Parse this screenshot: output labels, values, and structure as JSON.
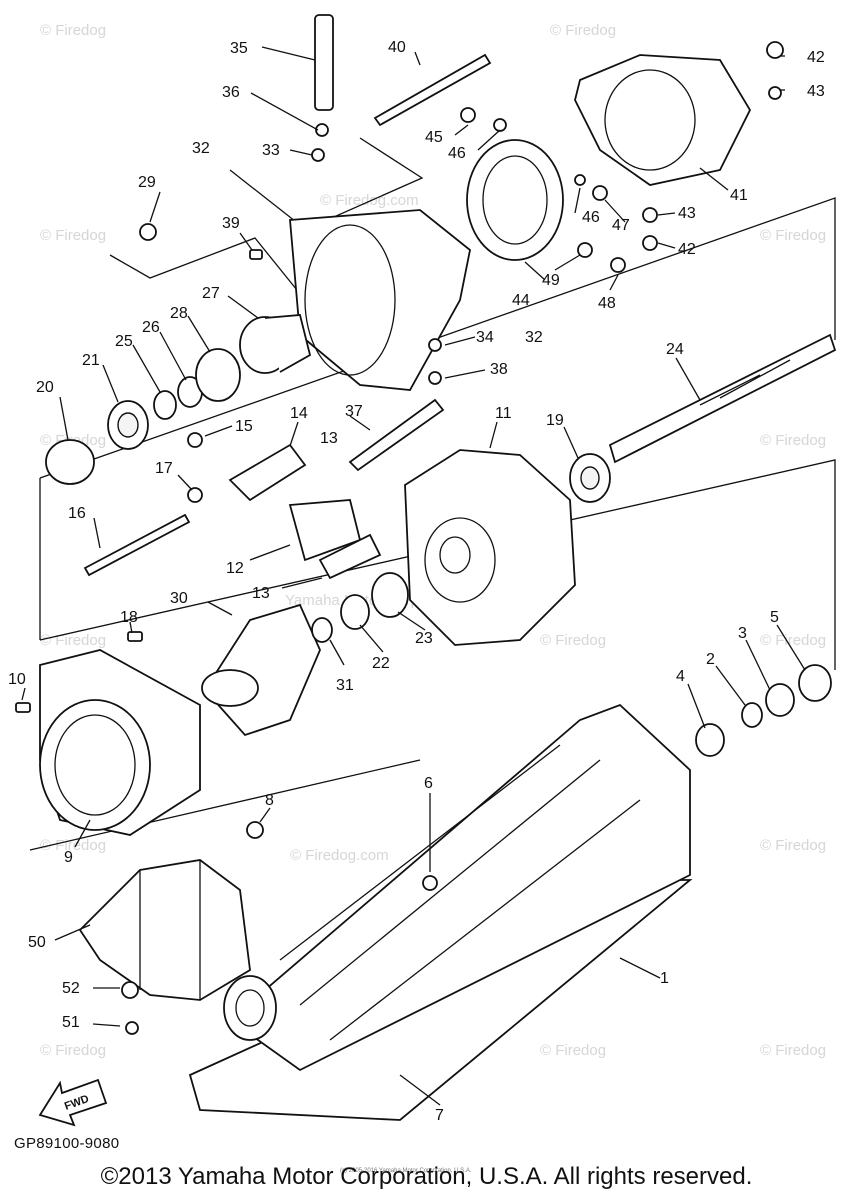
{
  "watermark": "© Firedog",
  "watermark_site": "© Firedog.com",
  "watermark_mid": "Yamaha Motor Corp., U.S.A.",
  "diagram_code": "GP89100-9080",
  "copyright": "©2013 Yamaha Motor Corporation, U.S.A. All rights reserved.",
  "fine_print": "(c) 2005-2016 Yamaha Motor Corporation, U.S.A.",
  "fwd_label": "FWD",
  "labels": {
    "p1": "1",
    "p2": "2",
    "p3": "3",
    "p4": "4",
    "p5": "5",
    "p6": "6",
    "p7": "7",
    "p8": "8",
    "p9": "9",
    "p10": "10",
    "p11": "11",
    "p12": "12",
    "p13a": "13",
    "p13b": "13",
    "p14": "14",
    "p15": "15",
    "p16": "16",
    "p17": "17",
    "p18": "18",
    "p19": "19",
    "p20": "20",
    "p21": "21",
    "p22": "22",
    "p23": "23",
    "p24": "24",
    "p25": "25",
    "p26": "26",
    "p27": "27",
    "p28": "28",
    "p29": "29",
    "p30": "30",
    "p31": "31",
    "p32a": "32",
    "p32b": "32",
    "p33": "33",
    "p34": "34",
    "p35": "35",
    "p36": "36",
    "p37": "37",
    "p38": "38",
    "p39": "39",
    "p40": "40",
    "p41": "41",
    "p42a": "42",
    "p42b": "42",
    "p43a": "43",
    "p43b": "43",
    "p44": "44",
    "p45": "45",
    "p46a": "46",
    "p46b": "46",
    "p47": "47",
    "p48": "48",
    "p49": "49",
    "p50": "50",
    "p51": "51",
    "p52": "52"
  }
}
